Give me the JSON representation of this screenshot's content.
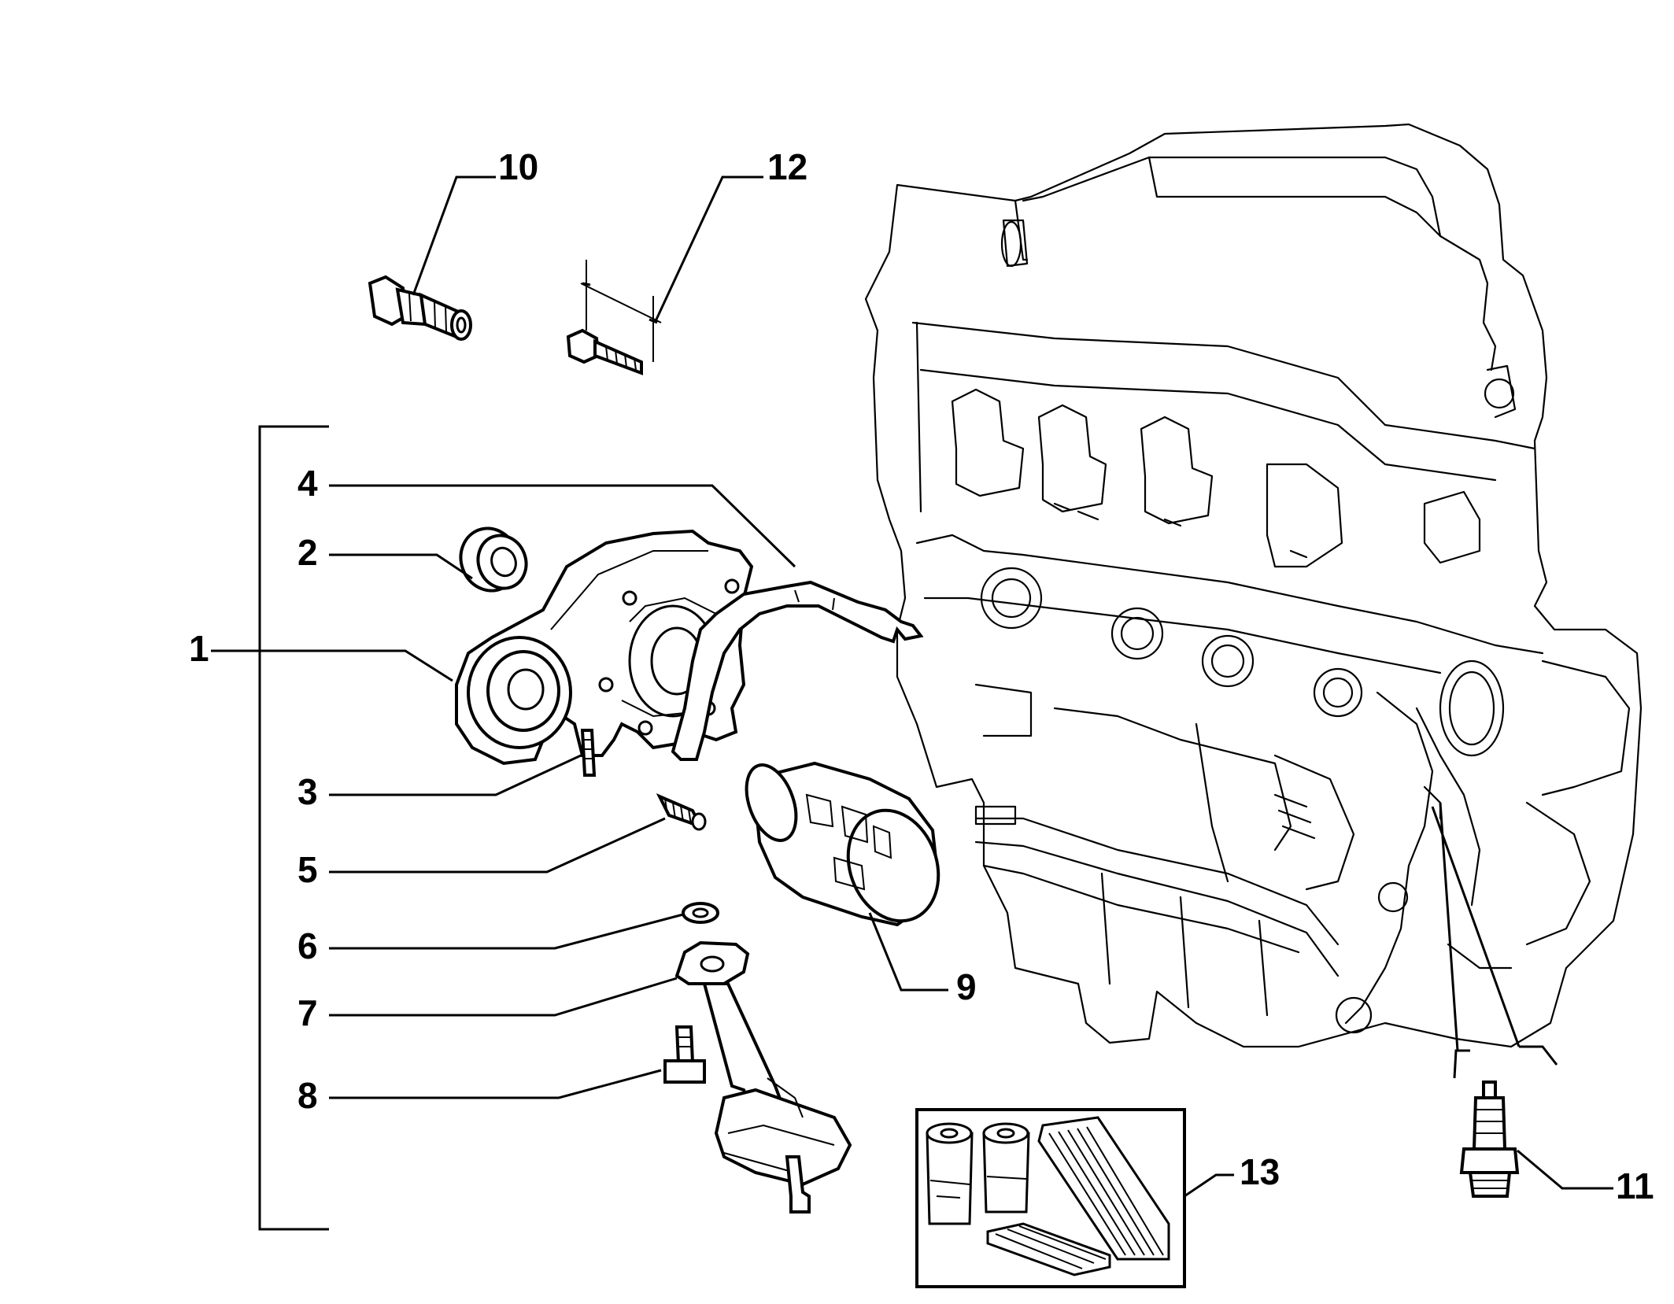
{
  "callouts": [
    "1",
    "2",
    "3",
    "4",
    "5",
    "6",
    "7",
    "8",
    "9",
    "10",
    "11",
    "12",
    "13"
  ],
  "icons": {
    "engine_block": "engine-block-icon",
    "oil_pump": "oil-pump-icon",
    "oil_filter": "oil-filter-icon",
    "pickup_tube": "oil-pickup-tube-icon",
    "pressure_switch": "oil-pressure-switch-icon",
    "spark_plug": "spark-plug-icon",
    "service_kit": "service-kit-icon"
  },
  "colors": {
    "line": "#000000",
    "background": "#ffffff"
  }
}
